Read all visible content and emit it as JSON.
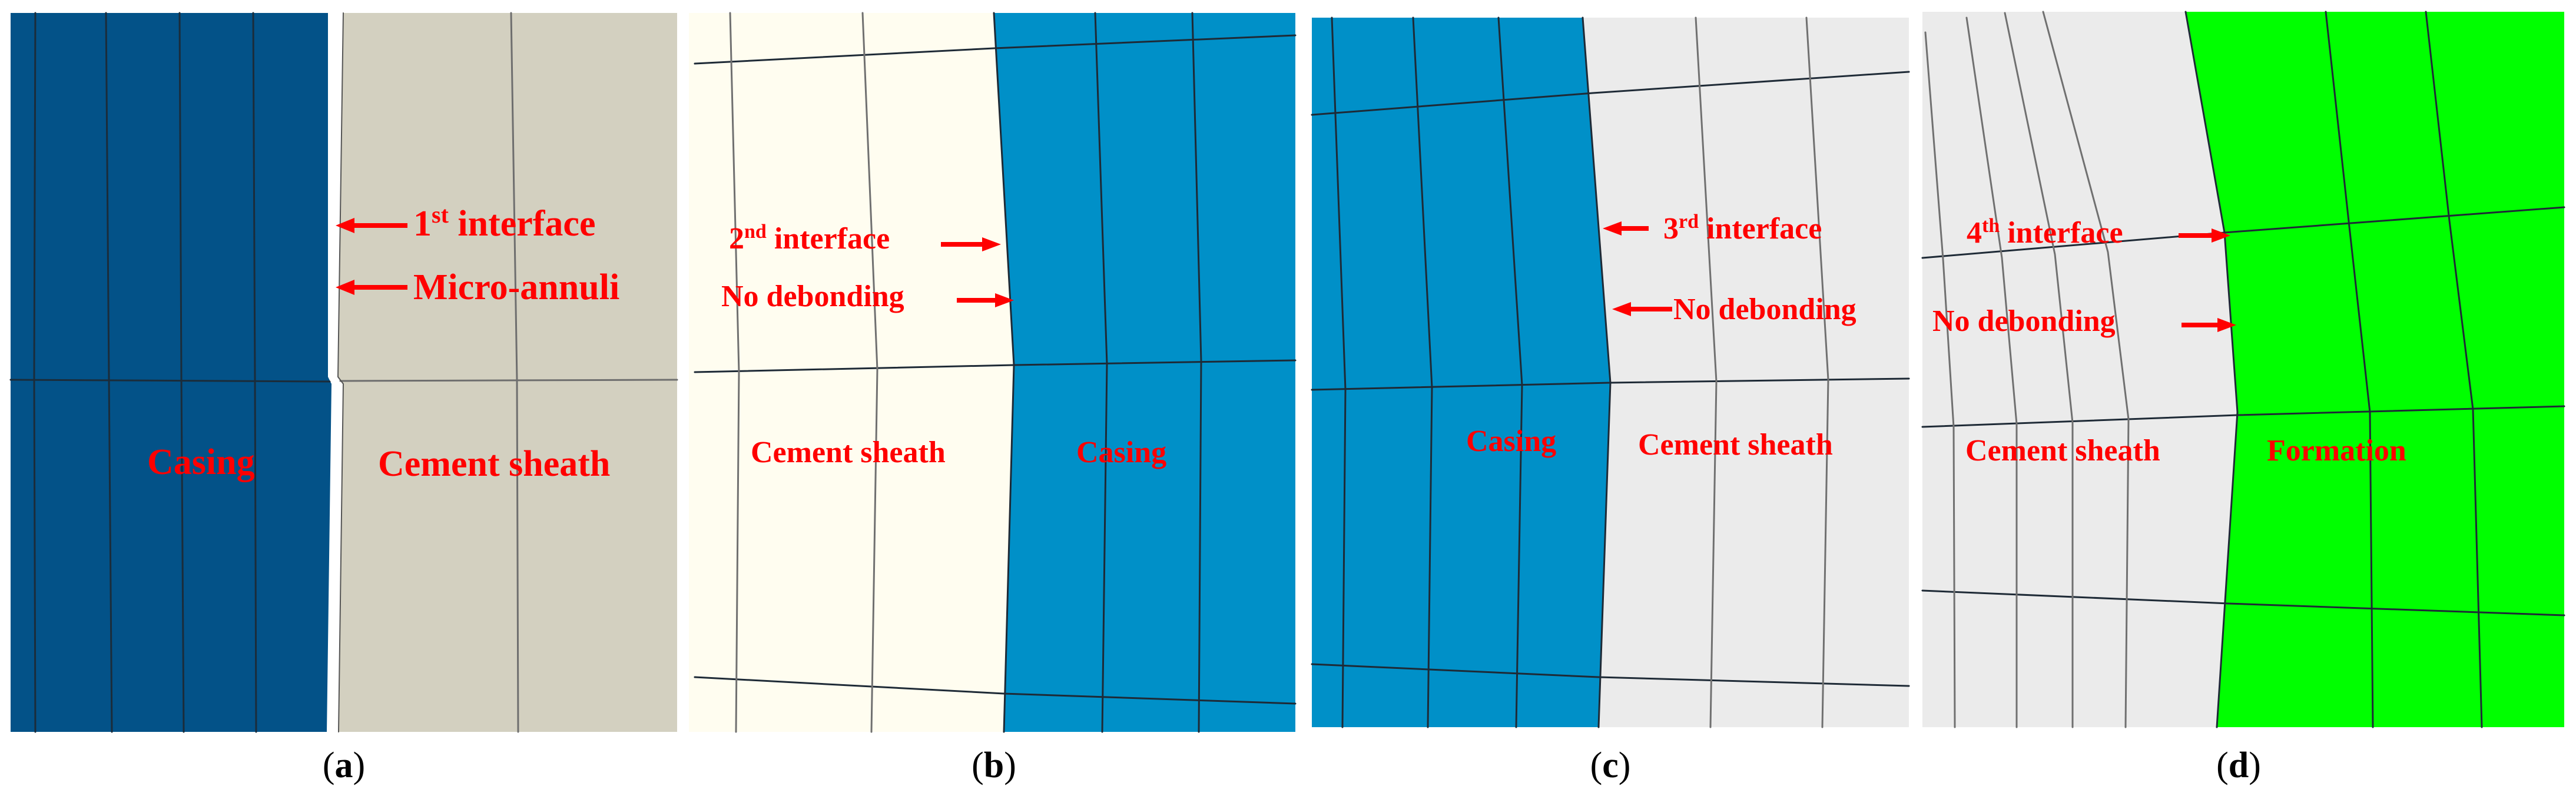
{
  "colors": {
    "casing_dark": "#035288",
    "casing_light": "#0090c8",
    "cement_a": "#d3d0c0",
    "cement_b": "#fffdf0",
    "cement_cd": "#ebebeb",
    "formation": "#00ff00",
    "label_red": "#ff0000"
  },
  "panels": [
    {
      "caption": "a",
      "labels": {
        "interface_num": "1",
        "interface_sup": "st",
        "interface_word": " interface",
        "micro": "Micro-annuli",
        "left_material": "Casing",
        "right_material": "Cement sheath"
      }
    },
    {
      "caption": "b",
      "labels": {
        "interface_num": "2",
        "interface_sup": "nd",
        "interface_word": " interface",
        "debond": "No debonding",
        "left_material": "Cement sheath",
        "right_material": "Casing"
      }
    },
    {
      "caption": "c",
      "labels": {
        "interface_num": "3",
        "interface_sup": "rd",
        "interface_word": " interface",
        "debond": "No debonding",
        "left_material": "Casing",
        "right_material": "Cement sheath"
      }
    },
    {
      "caption": "d",
      "labels": {
        "interface_num": "4",
        "interface_sup": "th",
        "interface_word": " interface",
        "debond": "No debonding",
        "left_material": "Cement sheath",
        "right_material": "Formation"
      }
    }
  ]
}
